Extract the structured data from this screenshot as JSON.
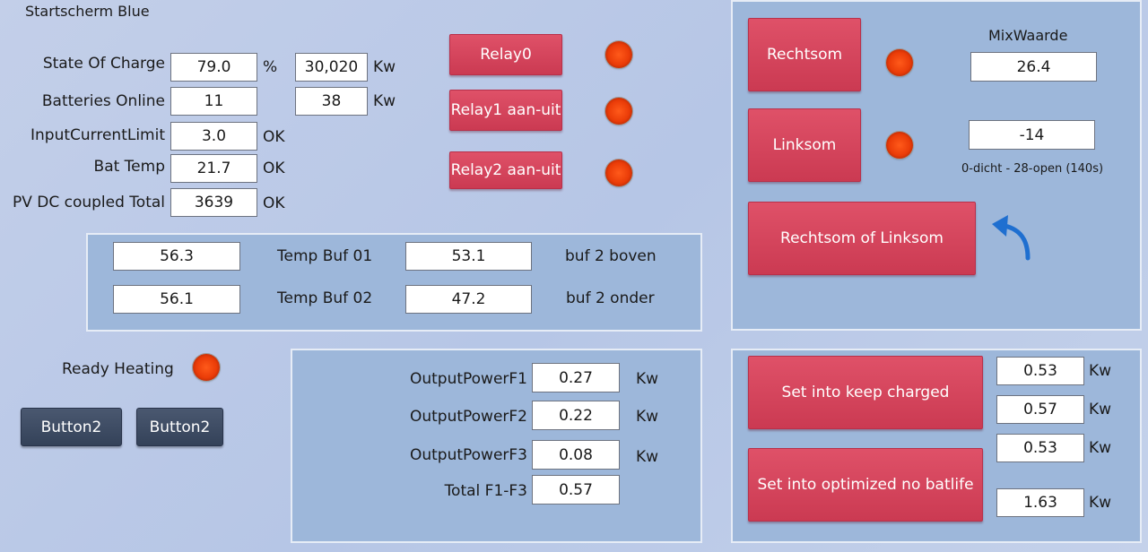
{
  "app_title": "Startscherm Blue",
  "status": {
    "soc_label": "State Of Charge",
    "soc_value": "79.0",
    "soc_unit": "%",
    "soc_kw_value": "30,020",
    "soc_kw_unit": "Kw",
    "batt_label": "Batteries Online",
    "batt_value": "11",
    "batt_kw_value": "38",
    "batt_kw_unit": "Kw",
    "icl_label": "InputCurrentLimit",
    "icl_value": "3.0",
    "icl_status": "OK",
    "battemp_label": "Bat Temp",
    "battemp_value": "21.7",
    "battemp_status": "OK",
    "pv_label": "PV DC coupled Total",
    "pv_value": "3639",
    "pv_status": "OK"
  },
  "relays": {
    "relay0": "Relay0",
    "relay1": "Relay1 aan-uit",
    "relay2": "Relay2 aan-uit"
  },
  "mix": {
    "rechtsom": "Rechtsom",
    "linksom": "Linksom",
    "mix_label": "MixWaarde",
    "mix_value": "26.4",
    "linksom_value": "-14",
    "range_note": "0-dicht - 28-open (140s)",
    "toggle": "Rechtsom of Linksom",
    "arrow_icon": "curved-arrow-icon"
  },
  "buffers": {
    "buf01_value": "56.3",
    "buf01_label": "Temp Buf 01",
    "buf2_top_value": "53.1",
    "buf2_top_label": "buf 2 boven",
    "buf02_value": "56.1",
    "buf02_label": "Temp Buf 02",
    "buf2_bottom_value": "47.2",
    "buf2_bottom_label": "buf 2 onder"
  },
  "heating": {
    "ready_label": "Ready Heating",
    "button_a": "Button2",
    "button_b": "Button2"
  },
  "output": {
    "f1_label": "OutputPowerF1",
    "f1_value": "0.27",
    "f1_unit": "Kw",
    "f2_label": "OutputPowerF2",
    "f2_value": "0.22",
    "f2_unit": "Kw",
    "f3_label": "OutputPowerF3",
    "f3_value": "0.08",
    "f3_unit": "Kw",
    "total_label": "Total F1-F3",
    "total_value": "0.57"
  },
  "charge": {
    "keep_charged": "Set into keep charged",
    "optimized": "Set into optimized no batlife",
    "v1": "0.53",
    "u1": "Kw",
    "v2": "0.57",
    "u2": "Kw",
    "v3": "0.53",
    "u3": "Kw",
    "v4": "1.63",
    "u4": "Kw"
  },
  "colors": {
    "background": "#c3cfe9",
    "panel": "#9db7da",
    "red_button": "#d4445c",
    "dark_button": "#3d4a62",
    "led_on": "#ea3c08"
  }
}
